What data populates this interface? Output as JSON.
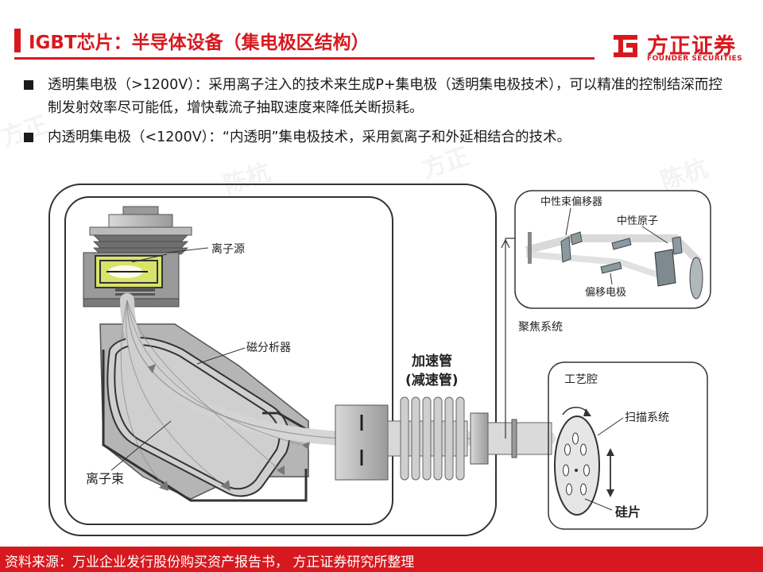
{
  "header": {
    "title": "IGBT芯片：半导体设备（集电极区结构）",
    "logo_name": "方正证券",
    "logo_en": "FOUNDER SECURITIES"
  },
  "bullets": [
    "透明集电极（>1200V）：采用离子注入的技术来生成P+集电极（透明集电极技术），可以精准的控制结深而控制发射效率尽可能低，增快载流子抽取速度来降低关断损耗。",
    "内透明集电极（<1200V）：“内透明”集电极技术，采用氦离子和外延相结合的技术。"
  ],
  "diagram": {
    "labels": {
      "ion_source": "离子源",
      "magnetic_analyzer": "磁分析器",
      "ion_beam": "离子束",
      "accel_tube": "加速管",
      "decel_tube": "(减速管)",
      "focus_system": "聚焦系统",
      "neutral_deflector": "中性束偏移器",
      "neutral_atoms": "中性原子",
      "deflection_electrode": "偏移电极",
      "process_chamber": "工艺腔",
      "scan_system": "扫描系统",
      "wafer": "硅片"
    }
  },
  "footer": {
    "source": "资料来源：万业企业发行股份购买资产报告书， 方正证券研究所整理"
  },
  "colors": {
    "brand_red": "#d7191f"
  }
}
